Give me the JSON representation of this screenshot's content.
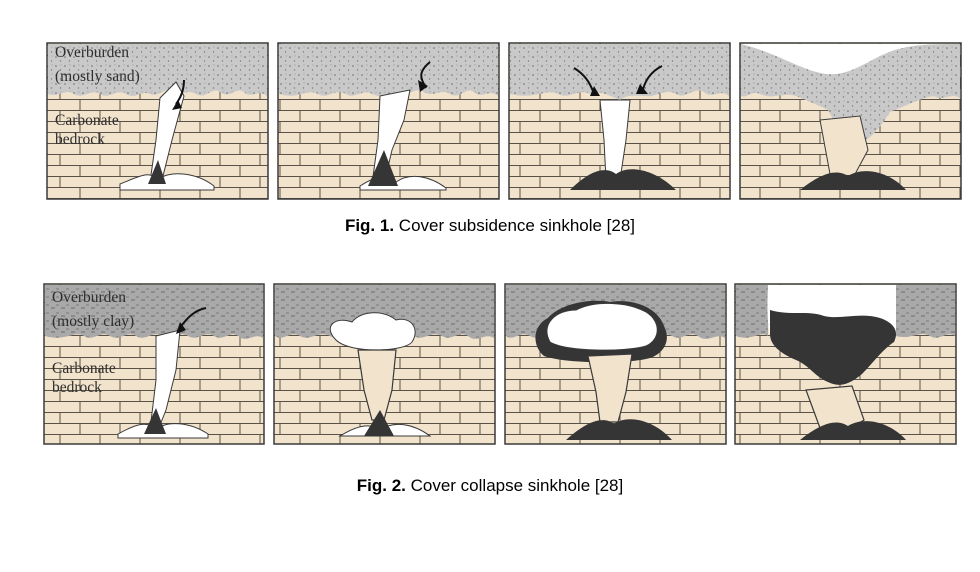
{
  "figures": [
    {
      "caption_label": "Fig. 1.",
      "caption_text": " Cover subsidence sinkhole [28]",
      "labels": {
        "overburden": "Overburden",
        "overburden_note": "(mostly sand)",
        "bedrock_1": "Carbonate",
        "bedrock_2": "bedrock"
      },
      "overburden_type": "sand",
      "stages": 4
    },
    {
      "caption_label": "Fig. 2.",
      "caption_text": " Cover collapse sinkhole [28]",
      "labels": {
        "overburden": "Overburden",
        "overburden_note": "(mostly clay)",
        "bedrock_1": "Carbonate",
        "bedrock_2": "bedrock"
      },
      "overburden_type": "clay",
      "stages": 4
    }
  ],
  "colors": {
    "sand": "#c9c9c9",
    "clay": "#a9a9a9",
    "bedrock": "#f2e3cc",
    "void": "#ffffff",
    "dark_void": "#353535",
    "outline": "#3a3a3a"
  }
}
